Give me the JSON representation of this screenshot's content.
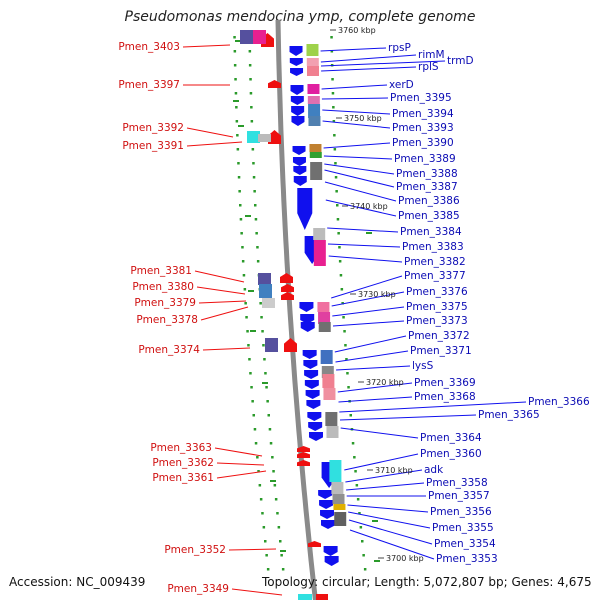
{
  "title": "Pseudomonas mendocina ymp, complete genome",
  "footer": {
    "accession": "Accession: NC_009439",
    "summary": "Topology: circular; Length: 5,072,807 bp; Genes: 4,675"
  },
  "colors": {
    "forward": "#1010ee",
    "reverse": "#ee1010",
    "backbone": "#8a8a8a",
    "ticks": "#2a9a2a"
  },
  "scale_labels": [
    "3760 kbp",
    "3750 kbp",
    "3740 kbp",
    "3730 kbp",
    "3720 kbp",
    "3710 kbp",
    "3700 kbp"
  ],
  "right_labels": [
    "rpsP",
    "rimM",
    "trmD",
    "rplS",
    "xerD",
    "Pmen_3395",
    "Pmen_3394",
    "Pmen_3393",
    "Pmen_3390",
    "Pmen_3389",
    "Pmen_3388",
    "Pmen_3387",
    "Pmen_3386",
    "Pmen_3385",
    "Pmen_3384",
    "Pmen_3383",
    "Pmen_3382",
    "Pmen_3377",
    "Pmen_3376",
    "Pmen_3375",
    "Pmen_3373",
    "Pmen_3372",
    "Pmen_3371",
    "lysS",
    "Pmen_3369",
    "Pmen_3368",
    "Pmen_3366",
    "Pmen_3365",
    "Pmen_3364",
    "Pmen_3360",
    "adk",
    "Pmen_3358",
    "Pmen_3357",
    "Pmen_3356",
    "Pmen_3355",
    "Pmen_3354",
    "Pmen_3353"
  ],
  "left_labels": [
    "Pmen_3403",
    "Pmen_3397",
    "Pmen_3392",
    "Pmen_3391",
    "Pmen_3381",
    "Pmen_3380",
    "Pmen_3379",
    "Pmen_3378",
    "Pmen_3374",
    "Pmen_3363",
    "Pmen_3362",
    "Pmen_3361",
    "Pmen_3352",
    "Pmen_3349"
  ]
}
